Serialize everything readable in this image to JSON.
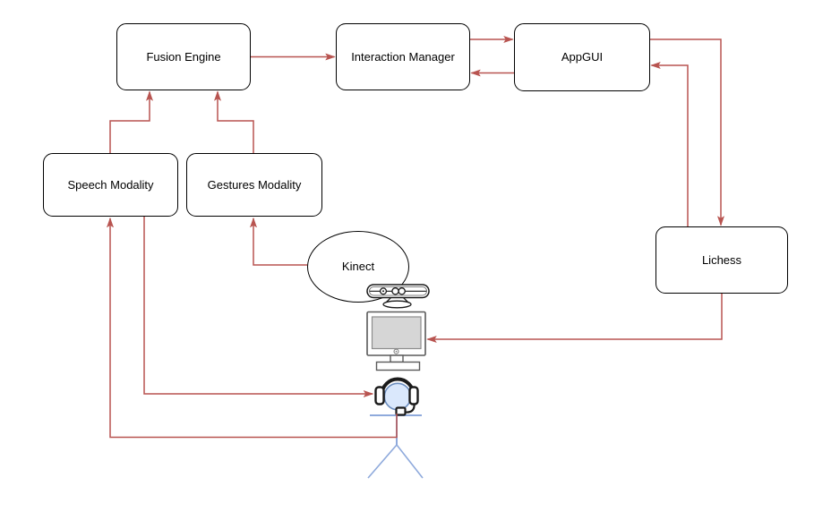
{
  "diagram": {
    "nodes": [
      {
        "id": "fusion-engine",
        "label": "Fusion Engine",
        "shape": "rounded-rect"
      },
      {
        "id": "interaction-manager",
        "label": "Interaction Manager",
        "shape": "rounded-rect"
      },
      {
        "id": "appgui",
        "label": "AppGUI",
        "shape": "rounded-rect"
      },
      {
        "id": "speech-modality",
        "label": "Speech Modality",
        "shape": "rounded-rect"
      },
      {
        "id": "gestures-modality",
        "label": "Gestures Modality",
        "shape": "rounded-rect"
      },
      {
        "id": "kinect",
        "label": "Kinect",
        "shape": "ellipse"
      },
      {
        "id": "lichess",
        "label": "Lichess",
        "shape": "rounded-rect"
      }
    ],
    "edges": [
      {
        "from": "speech-modality",
        "to": "fusion-engine"
      },
      {
        "from": "gestures-modality",
        "to": "fusion-engine"
      },
      {
        "from": "fusion-engine",
        "to": "interaction-manager"
      },
      {
        "from": "interaction-manager",
        "to": "appgui"
      },
      {
        "from": "appgui",
        "to": "interaction-manager"
      },
      {
        "from": "appgui",
        "to": "lichess"
      },
      {
        "from": "lichess",
        "to": "appgui"
      },
      {
        "from": "lichess",
        "to": "monitor-icon"
      },
      {
        "from": "kinect",
        "to": "gestures-modality"
      },
      {
        "from": "headset-user",
        "to": "speech-modality"
      },
      {
        "from": "speech-modality",
        "to": "headset-user"
      }
    ],
    "icons": [
      {
        "id": "kinect-sensor-icon",
        "meaning": "Kinect sensor bar device"
      },
      {
        "id": "monitor-icon",
        "meaning": "Computer monitor / display"
      },
      {
        "id": "headset-icon",
        "meaning": "User head wearing headset with microphone"
      },
      {
        "id": "person-icon",
        "meaning": "Stick figure user body"
      }
    ],
    "colors": {
      "connector": "#b85450",
      "node_border": "#000000",
      "node_fill": "#ffffff",
      "person_blue": "#8faadc",
      "head_fill": "#dae8fc",
      "head_stroke": "#6c8ebf",
      "screen_fill": "#d6d6d6",
      "icon_stroke": "#1a1a1a",
      "monitor_stroke": "#5a5a5a"
    }
  }
}
